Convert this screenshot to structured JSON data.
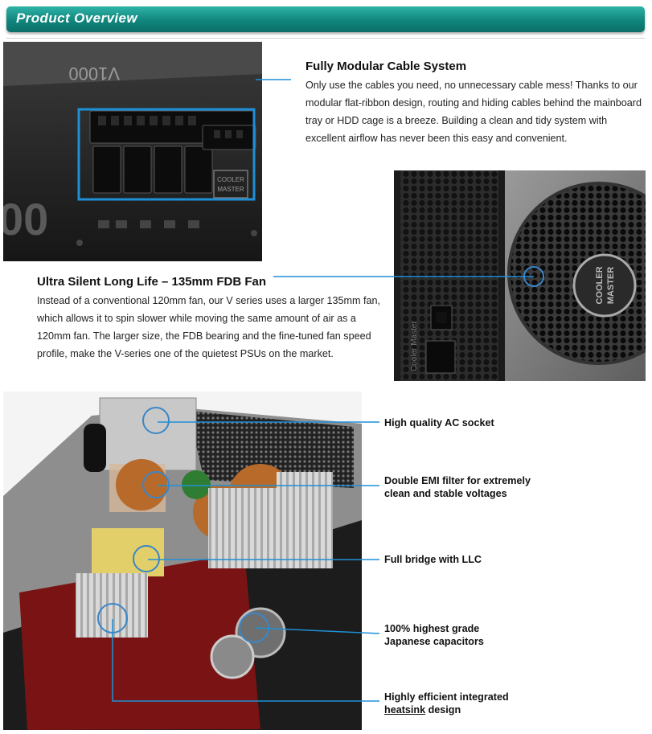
{
  "banner": {
    "title": "Product Overview"
  },
  "cable": {
    "heading": "Fully Modular Cable System",
    "body": "Only use the cables you need, no unnecessary cable mess! Thanks to our modular flat-ribbon design, routing and hiding cables behind the mainboard tray or HDD cage is a breeze. Building a clean and tidy system with excellent airflow has never been this easy and convenient."
  },
  "fan": {
    "heading": "Ultra Silent Long Life – 135mm FDB Fan",
    "body": "Instead of a conventional 120mm fan, our V series uses a larger 135mm fan, which allows it to spin slower while moving the same amount of air as a 120mm fan. The larger size, the FDB bearing and the fine-tuned fan speed profile, make the V-series one of the quietest PSUs on the market."
  },
  "photo1": {
    "model": "V1000",
    "big_digits": "00",
    "brand_line1": "COOLER",
    "brand_line2": "MASTER"
  },
  "photo2": {
    "brand_line1": "COOLER",
    "brand_line2": "MASTER",
    "side_text": "Cooler Master"
  },
  "internals": {
    "labels": [
      {
        "line1": "High quality AC socket",
        "line2": ""
      },
      {
        "line1": "Double EMI filter for extremely",
        "line2": "clean and stable voltages"
      },
      {
        "line1": "Full bridge with LLC",
        "line2": ""
      },
      {
        "line1": "100% highest grade",
        "line2": "Japanese capacitors"
      },
      {
        "line1": "Highly efficient integrated",
        "line2_underlined": "heatsink",
        "line2_rest": " design"
      }
    ]
  },
  "colors": {
    "banner": "#10867d",
    "callout": "#1e90d6",
    "highlight": "#3a86c8"
  }
}
